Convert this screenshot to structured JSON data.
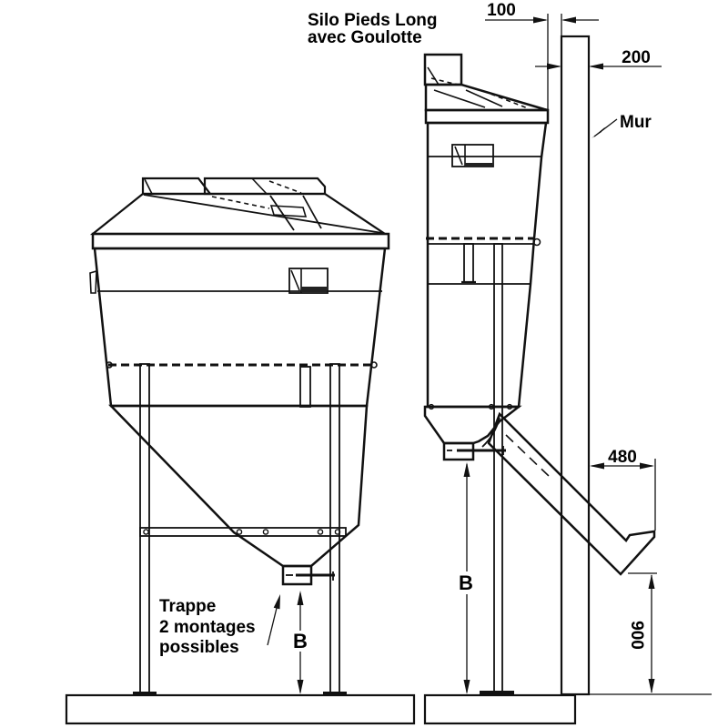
{
  "title": {
    "line1": "Silo Pieds Long",
    "line2": "avec Goulotte"
  },
  "dimensions": {
    "silo_to_wall_gap": "100",
    "wall_thickness": "200",
    "chute_overhang": "480",
    "chute_outlet_height": "900",
    "outlet_height_front_view": "B",
    "outlet_height_side_view": "B"
  },
  "labels": {
    "wall": "Mur",
    "trappe_line1": "Trappe",
    "trappe_line2": "2 montages",
    "trappe_line3": "possibles"
  },
  "colors": {
    "background": "#ffffff",
    "drawing_fill": "#e9e9dc",
    "line": "#111111",
    "mortar": "#555555"
  }
}
